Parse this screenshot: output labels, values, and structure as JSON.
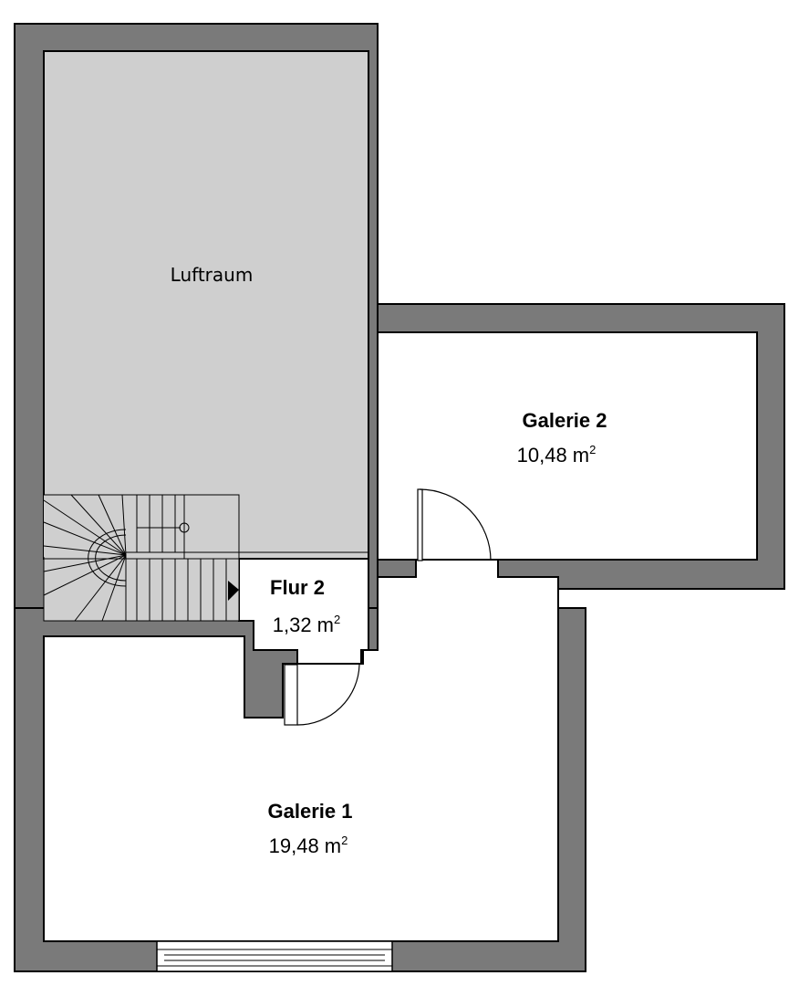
{
  "rooms": {
    "luftraum": {
      "name": "Luftraum"
    },
    "galerie2": {
      "name": "Galerie 2",
      "area": "10,48 m",
      "unit_exp": "2"
    },
    "flur2": {
      "name": "Flur 2",
      "area": "1,32 m",
      "unit_exp": "2"
    },
    "galerie1": {
      "name": "Galerie 1",
      "area": "19,48 m",
      "unit_exp": "2"
    }
  },
  "colors": {
    "wall": "#7a7a7a",
    "void": "#cfcfcf",
    "line": "#000000",
    "background": "#ffffff"
  }
}
